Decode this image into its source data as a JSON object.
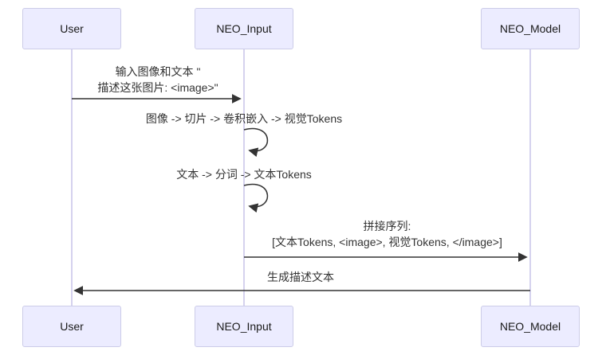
{
  "diagram": {
    "type": "sequence-diagram",
    "actors": [
      {
        "id": "user",
        "label": "User"
      },
      {
        "id": "neo-input",
        "label": "NEO_Input"
      },
      {
        "id": "neo-model",
        "label": "NEO_Model"
      }
    ],
    "messages": [
      {
        "from": "User",
        "to": "NEO_Input",
        "arrow": "solid-filled-right",
        "line1": "输入图像和文本 \"",
        "line2": "描述这张图片: <image>\""
      },
      {
        "from": "NEO_Input",
        "to": "NEO_Input",
        "arrow": "self-loop",
        "line1": "图像 -> 切片 -> 卷积嵌入 -> 视觉Tokens"
      },
      {
        "from": "NEO_Input",
        "to": "NEO_Input",
        "arrow": "self-loop",
        "line1": "文本 -> 分词 -> 文本Tokens"
      },
      {
        "from": "NEO_Input",
        "to": "NEO_Model",
        "arrow": "solid-filled-right",
        "line1": "拼接序列:",
        "line2": "[文本Tokens, <image>, 视觉Tokens, </image>]"
      },
      {
        "from": "NEO_Model",
        "to": "User",
        "arrow": "solid-filled-left",
        "line1": "生成描述文本"
      }
    ],
    "colors": {
      "background": "#ffffff",
      "actor_fill": "#ECECFF",
      "actor_border": "#CCCCE8",
      "lifeline": "#D5D2EE",
      "message_line": "#333333",
      "message_text": "#333333"
    }
  }
}
